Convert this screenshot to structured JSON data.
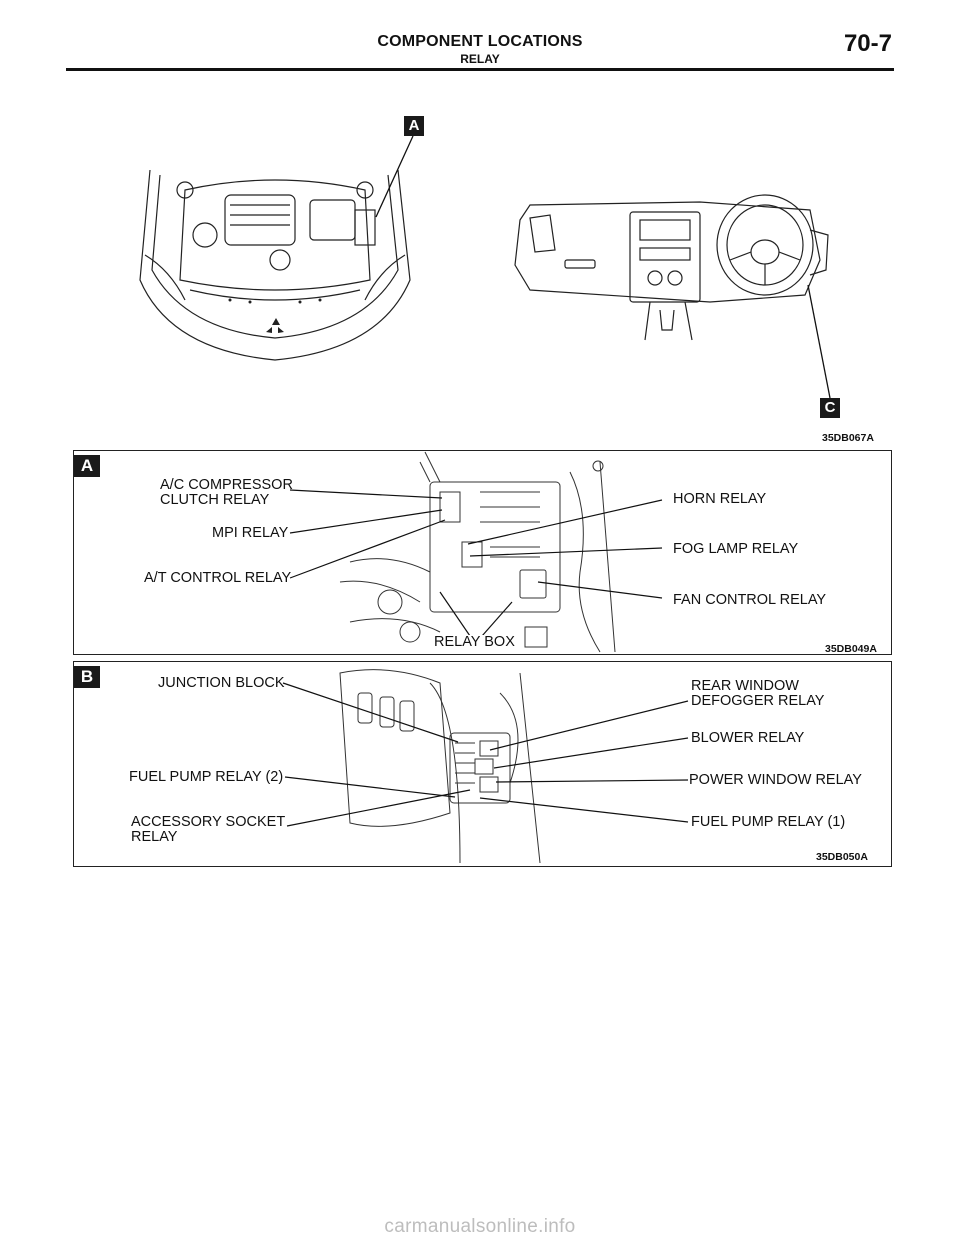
{
  "header": {
    "title": "COMPONENT LOCATIONS",
    "subtitle": "RELAY",
    "page": "70-7"
  },
  "figure_top": {
    "badge_a": "A",
    "badge_c": "C",
    "code": "35DB067A"
  },
  "panel_a": {
    "badge": "A",
    "code": "35DB049A",
    "labels": {
      "ac_compressor": "A/C COMPRESSOR\nCLUTCH RELAY",
      "mpi": "MPI RELAY",
      "at_control": "A/T CONTROL RELAY",
      "horn": "HORN RELAY",
      "fog_lamp": "FOG LAMP RELAY",
      "fan_control": "FAN CONTROL RELAY",
      "relay_box": "RELAY BOX"
    }
  },
  "panel_b": {
    "badge": "B",
    "code": "35DB050A",
    "labels": {
      "junction_block": "JUNCTION BLOCK",
      "fuel_pump_2": "FUEL PUMP RELAY (2)",
      "accessory_socket": "ACCESSORY SOCKET\nRELAY",
      "rear_window": "REAR WINDOW\nDEFOGGER RELAY",
      "blower": "BLOWER RELAY",
      "power_window": "POWER WINDOW RELAY",
      "fuel_pump_1": "FUEL PUMP RELAY (1)"
    }
  },
  "footer": {
    "watermark": "carmanualsonline.info"
  }
}
